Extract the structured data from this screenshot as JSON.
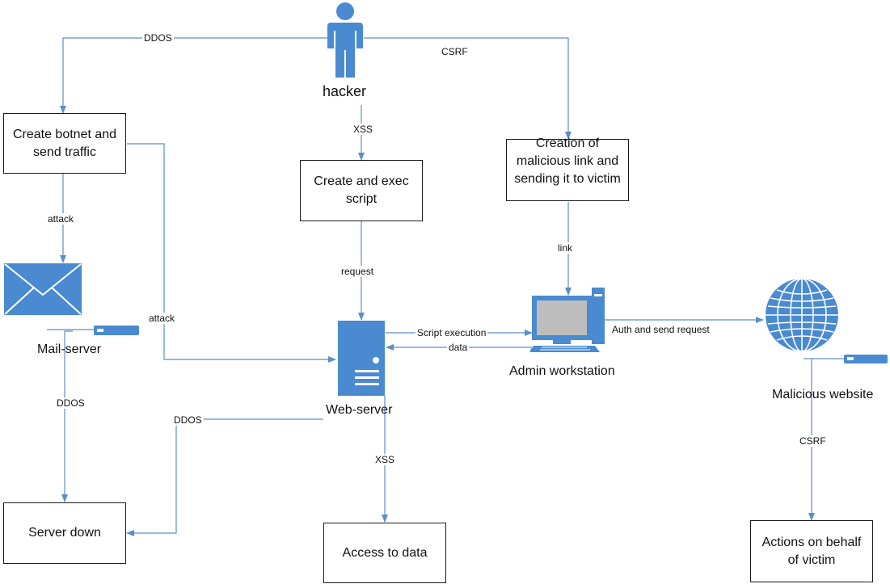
{
  "nodes": {
    "hacker": "hacker",
    "botnet": "Create botnet and send traffic",
    "create_script": "Create and exec script",
    "malicious_link": "Creation of malicious link and sending it to victim",
    "mail_server": "Mail-server",
    "web_server": "Web-server",
    "admin_workstation": "Admin workstation",
    "malicious_website": "Malicious website",
    "server_down": "Server down",
    "access_to_data": "Access to data",
    "actions_on_behalf": "Actions on behalf of victim"
  },
  "edges": {
    "ddos_top": "DDOS",
    "csrf_top": "CSRF",
    "xss_top": "XSS",
    "attack_mail": "attack",
    "attack_web": "attack",
    "request": "request",
    "link": "link",
    "script_execution": "Script execution",
    "data": "data",
    "auth_send": "Auth and send request",
    "ddos_mail": "DDOS",
    "ddos_web": "DDOS",
    "xss_bottom": "XSS",
    "csrf_bottom": "CSRF"
  },
  "colors": {
    "line": "#5b8fc7",
    "icon": "#4a8ad0",
    "border": "#1a1a1a"
  }
}
